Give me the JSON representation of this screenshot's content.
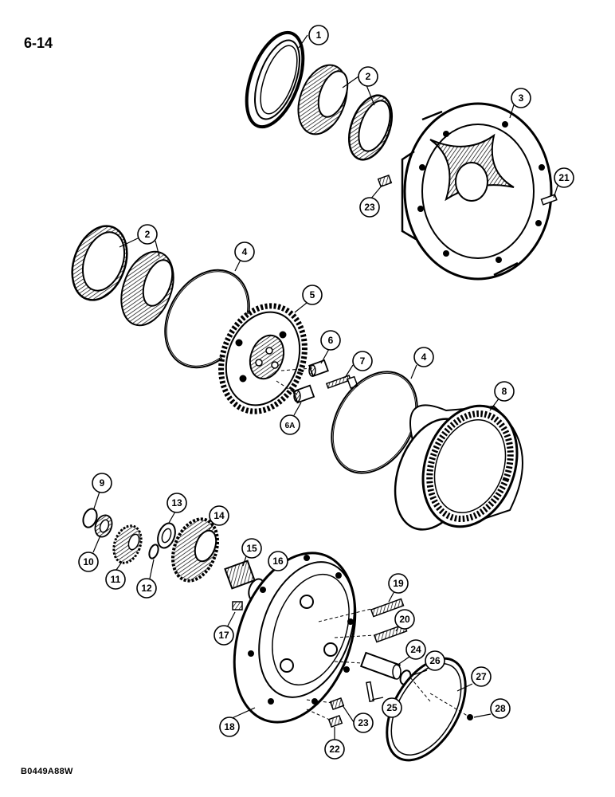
{
  "page": {
    "number": "6-14",
    "figure_code": "B0449A88W"
  },
  "callouts": [
    {
      "id": "c1",
      "label": "1"
    },
    {
      "id": "c2a",
      "label": "2"
    },
    {
      "id": "c3",
      "label": "3"
    },
    {
      "id": "c21",
      "label": "21"
    },
    {
      "id": "c23a",
      "label": "23"
    },
    {
      "id": "c2b",
      "label": "2"
    },
    {
      "id": "c4a",
      "label": "4"
    },
    {
      "id": "c5",
      "label": "5"
    },
    {
      "id": "c6",
      "label": "6"
    },
    {
      "id": "c7",
      "label": "7"
    },
    {
      "id": "c6a",
      "label": "6A"
    },
    {
      "id": "c4b",
      "label": "4"
    },
    {
      "id": "c8",
      "label": "8"
    },
    {
      "id": "c9",
      "label": "9"
    },
    {
      "id": "c13",
      "label": "13"
    },
    {
      "id": "c14",
      "label": "14"
    },
    {
      "id": "c10",
      "label": "10"
    },
    {
      "id": "c11",
      "label": "11"
    },
    {
      "id": "c12",
      "label": "12"
    },
    {
      "id": "c15",
      "label": "15"
    },
    {
      "id": "c16",
      "label": "16"
    },
    {
      "id": "c19",
      "label": "19"
    },
    {
      "id": "c17",
      "label": "17"
    },
    {
      "id": "c20",
      "label": "20"
    },
    {
      "id": "c24",
      "label": "24"
    },
    {
      "id": "c26",
      "label": "26"
    },
    {
      "id": "c27",
      "label": "27"
    },
    {
      "id": "c25",
      "label": "25"
    },
    {
      "id": "c28",
      "label": "28"
    },
    {
      "id": "c18",
      "label": "18"
    },
    {
      "id": "c23b",
      "label": "23"
    },
    {
      "id": "c22",
      "label": "22"
    }
  ]
}
